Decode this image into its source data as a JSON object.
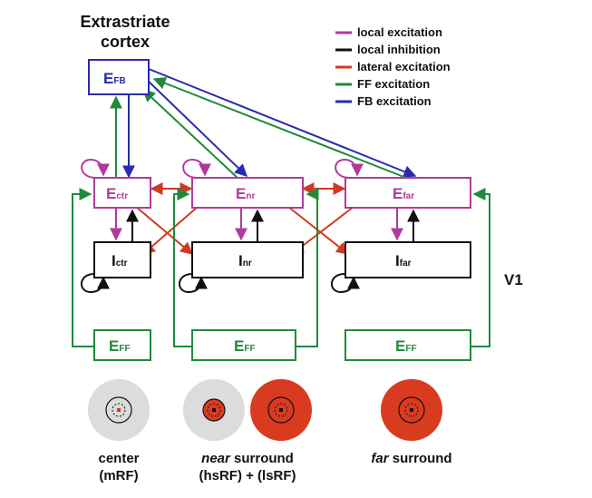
{
  "title": {
    "line1": "Extrastriate",
    "line2": "cortex"
  },
  "region_label": "V1",
  "colors": {
    "local_excitation": "#b03a9a",
    "local_inhibition": "#111111",
    "lateral_excitation": "#d03a22",
    "ff_excitation": "#1f8a3c",
    "fb_excitation": "#2a2ab0",
    "stimulus_red": "#d93b20",
    "stimulus_gray": "#dcdcdc"
  },
  "legend": [
    {
      "label": "local excitation",
      "color_key": "local_excitation"
    },
    {
      "label": "local inhibition",
      "color_key": "local_inhibition"
    },
    {
      "label": "lateral excitation",
      "color_key": "lateral_excitation"
    },
    {
      "label": "FF excitation",
      "color_key": "ff_excitation"
    },
    {
      "label": "FB excitation",
      "color_key": "fb_excitation"
    }
  ],
  "nodes": {
    "efb": {
      "main": "E",
      "sub": "FB"
    },
    "ectr": {
      "main": "E",
      "sub": "ctr"
    },
    "enr": {
      "main": "E",
      "sub": "nr"
    },
    "efar": {
      "main": "E",
      "sub": "far"
    },
    "ictr": {
      "main": "I",
      "sub": "ctr"
    },
    "inr": {
      "main": "I",
      "sub": "nr"
    },
    "ifar": {
      "main": "I",
      "sub": "far"
    },
    "eff1": {
      "main": "E",
      "sub": "FF"
    },
    "eff2": {
      "main": "E",
      "sub": "FF"
    },
    "eff3": {
      "main": "E",
      "sub": "FF"
    }
  },
  "captions": {
    "center": {
      "line1": "center",
      "line2": "(mRF)"
    },
    "near": {
      "line1_italic": "near",
      "line1_rest": " surround",
      "line2": "(hsRF) + (lsRF)"
    },
    "far": {
      "line1_italic": "far",
      "line1_rest": " surround"
    }
  }
}
